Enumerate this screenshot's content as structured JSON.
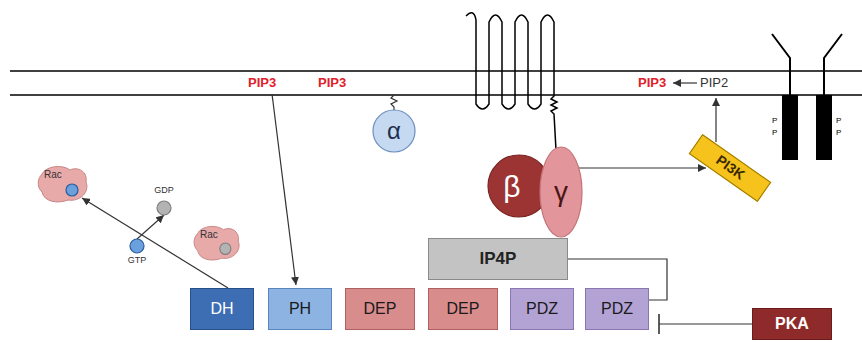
{
  "diagram": {
    "nodes": [
      {
        "text": [
          "Rac"
        ]
      },
      {
        "text": [
          "GDP"
        ]
      },
      {
        "text": [
          "Rac"
        ]
      },
      {
        "text": [
          "GTP"
        ]
      },
      {
        "text": [
          "α"
        ]
      },
      {
        "text": [
          "β"
        ]
      },
      {
        "text": [
          "γ"
        ]
      },
      {
        "text": [
          "PI3K"
        ]
      },
      {
        "text": [
          "IP4P"
        ]
      },
      {
        "text": [
          "DH"
        ]
      },
      {
        "text": [
          "PH"
        ]
      },
      {
        "text": [
          "DEP"
        ]
      },
      {
        "text": [
          "DEP"
        ]
      },
      {
        "text": [
          "PDZ"
        ]
      },
      {
        "text": [
          "PDZ"
        ]
      },
      {
        "text": [
          "PKA"
        ]
      }
    ],
    "edges": [
      {
        "from": 9,
        "to": 0,
        "arrow": "to"
      },
      {
        "from": 3,
        "to": 1,
        "arrow": "to"
      },
      {
        "from": 6,
        "to": 7,
        "arrow": "to"
      },
      {
        "from": 14,
        "to": 8,
        "arrow": "none"
      },
      {
        "from": 15,
        "to": 14,
        "arrow": "to"
      }
    ],
    "labels": [
      "PIP3",
      "PIP3",
      "PIP3",
      "PIP2",
      "P",
      "P",
      "P",
      "P"
    ]
  }
}
